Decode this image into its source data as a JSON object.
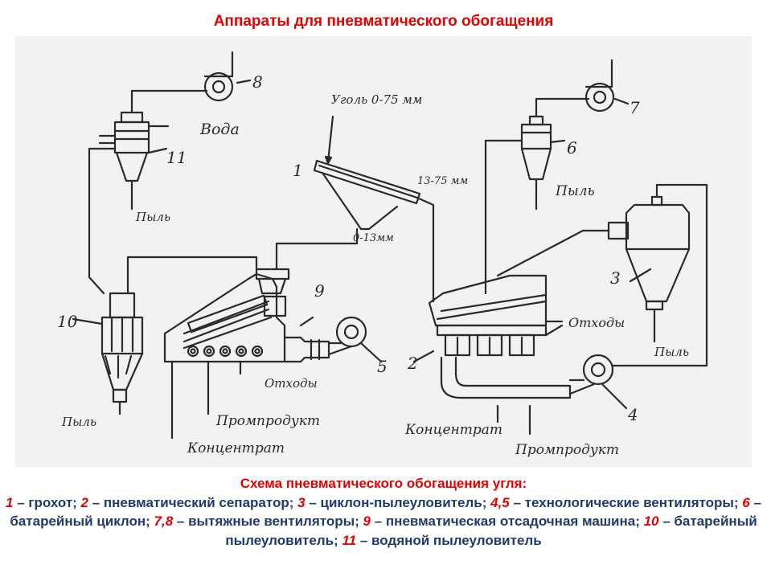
{
  "title": "Аппараты для пневматического обогащения",
  "diagram": {
    "coal_input": "Уголь 0-75 мм",
    "fraction_large": "13-75 мм",
    "fraction_small": "0-13мм",
    "water": "Вода",
    "dust": "Пыль",
    "waste": "Отходы",
    "middlings": "Промпродукт",
    "concentrate": "Концентрат",
    "n1": "1",
    "n2": "2",
    "n3": "3",
    "n4": "4",
    "n5": "5",
    "n6": "6",
    "n7": "7",
    "n8": "8",
    "n9": "9",
    "n10": "10",
    "n11": "11"
  },
  "caption": {
    "heading": "Схема пневматического обогащения угля:",
    "items": [
      {
        "num": "1",
        "text": " – грохот; "
      },
      {
        "num": "2",
        "text": " – пневматический сепаратор; "
      },
      {
        "num": "3",
        "text": " – циклон-пылеуловитель; "
      },
      {
        "num": "4,5",
        "text": " – технологические вентиляторы;  "
      },
      {
        "num": "6",
        "text": " – батарейный циклон; "
      },
      {
        "num": "7,8",
        "text": " – вытяжные вентиляторы; "
      },
      {
        "num": "9",
        "text": " – пневматическая отсадочная машина; "
      },
      {
        "num": "10",
        "text": " – батарейный пылеуловитель; "
      },
      {
        "num": "11",
        "text": " – водяной пылеуловитель"
      }
    ]
  }
}
